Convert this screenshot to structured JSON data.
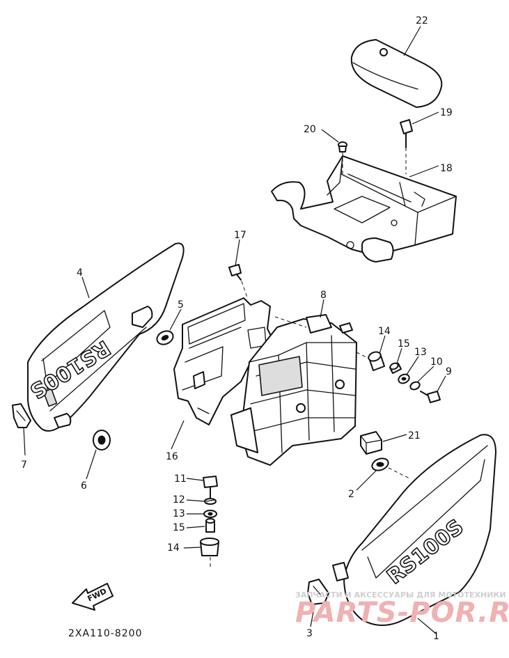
{
  "diagram": {
    "part_numbers": [
      "22",
      "19",
      "20",
      "18",
      "17",
      "4",
      "5",
      "8",
      "14",
      "15",
      "13",
      "10",
      "9",
      "7",
      "16",
      "6",
      "21",
      "2",
      "11",
      "12",
      "13",
      "15",
      "14",
      "3",
      "1"
    ],
    "drawing_code": "2XA110-8200",
    "direction_label": "FWD",
    "emblem_text": "RS100S",
    "watermark": {
      "tagline": "ЗАПЧАСТИ И АКСЕССУАРЫ ДЛЯ МОТОТЕХНИКИ",
      "logo_text": "PARTS-POR.RU"
    }
  }
}
